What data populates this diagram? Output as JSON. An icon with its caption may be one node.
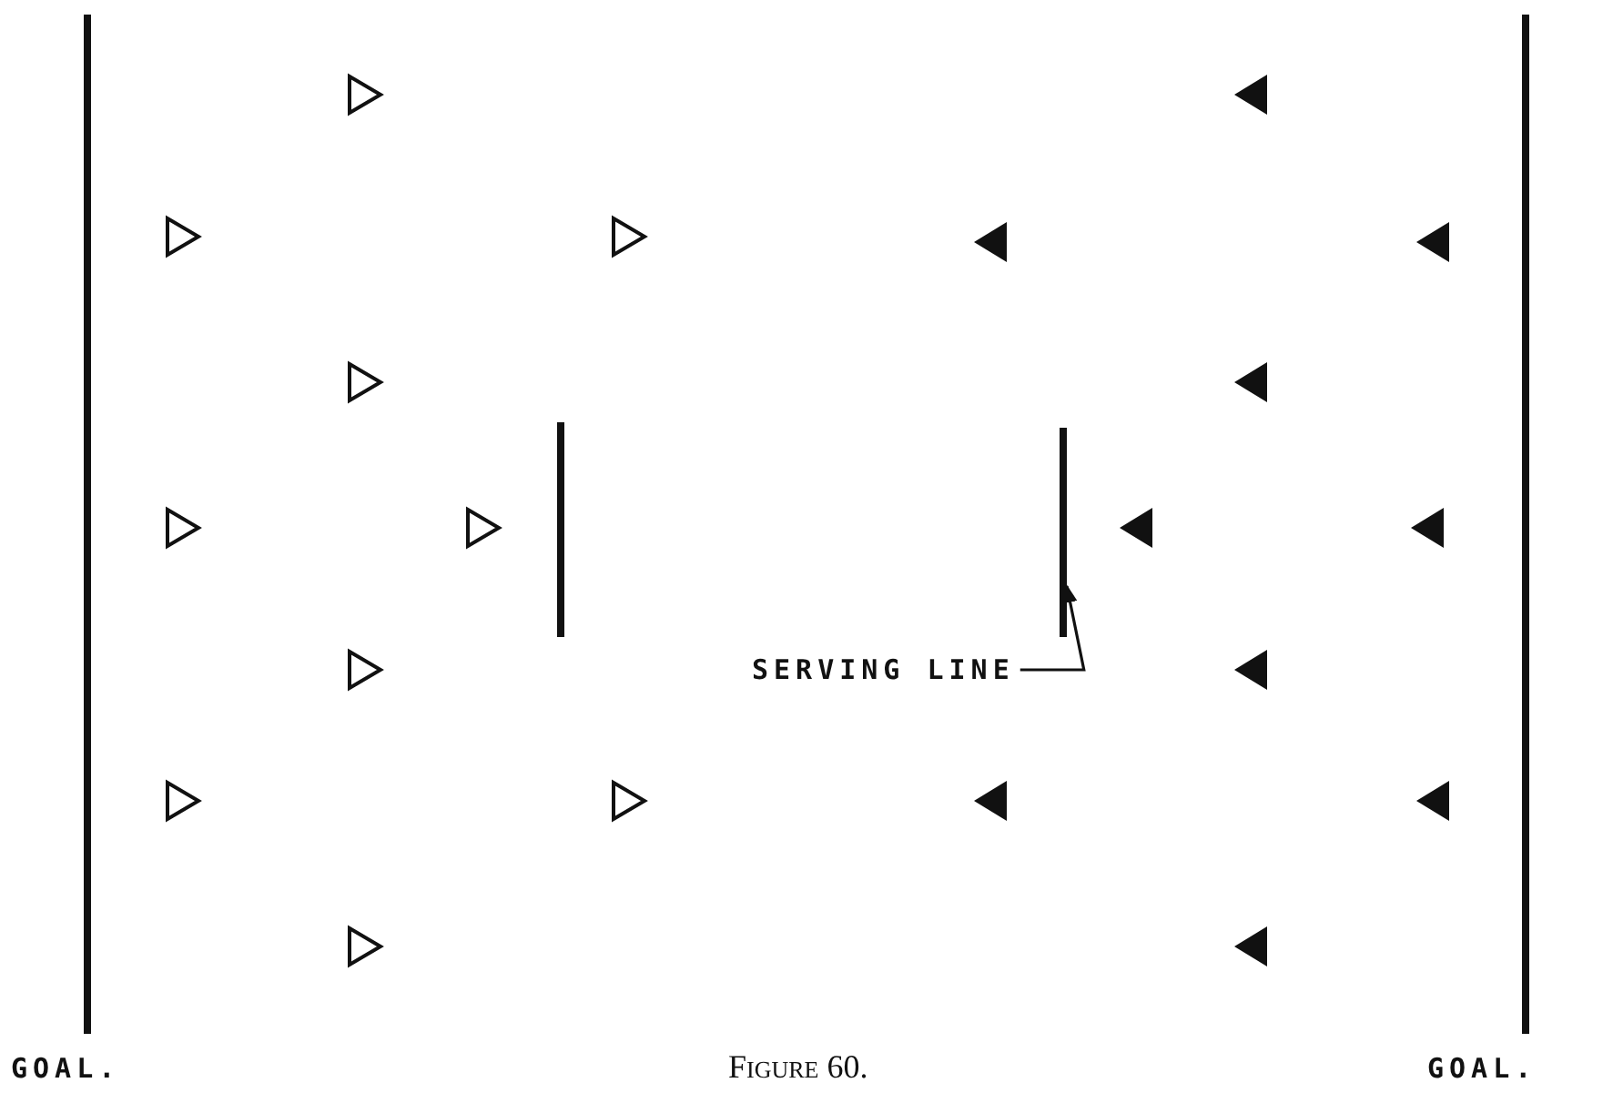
{
  "diagram": {
    "caption": "Figure 60.",
    "nodes": [
      {
        "text": [],
        "shape": "bar"
      },
      {
        "text": [],
        "shape": "bar"
      },
      {
        "text": [
          "SERVING LINE"
        ]
      }
    ],
    "edges": [
      {
        "from": 2,
        "to": 1,
        "arrow": "to"
      }
    ],
    "labels": [
      "GOAL.",
      "GOAL."
    ]
  }
}
